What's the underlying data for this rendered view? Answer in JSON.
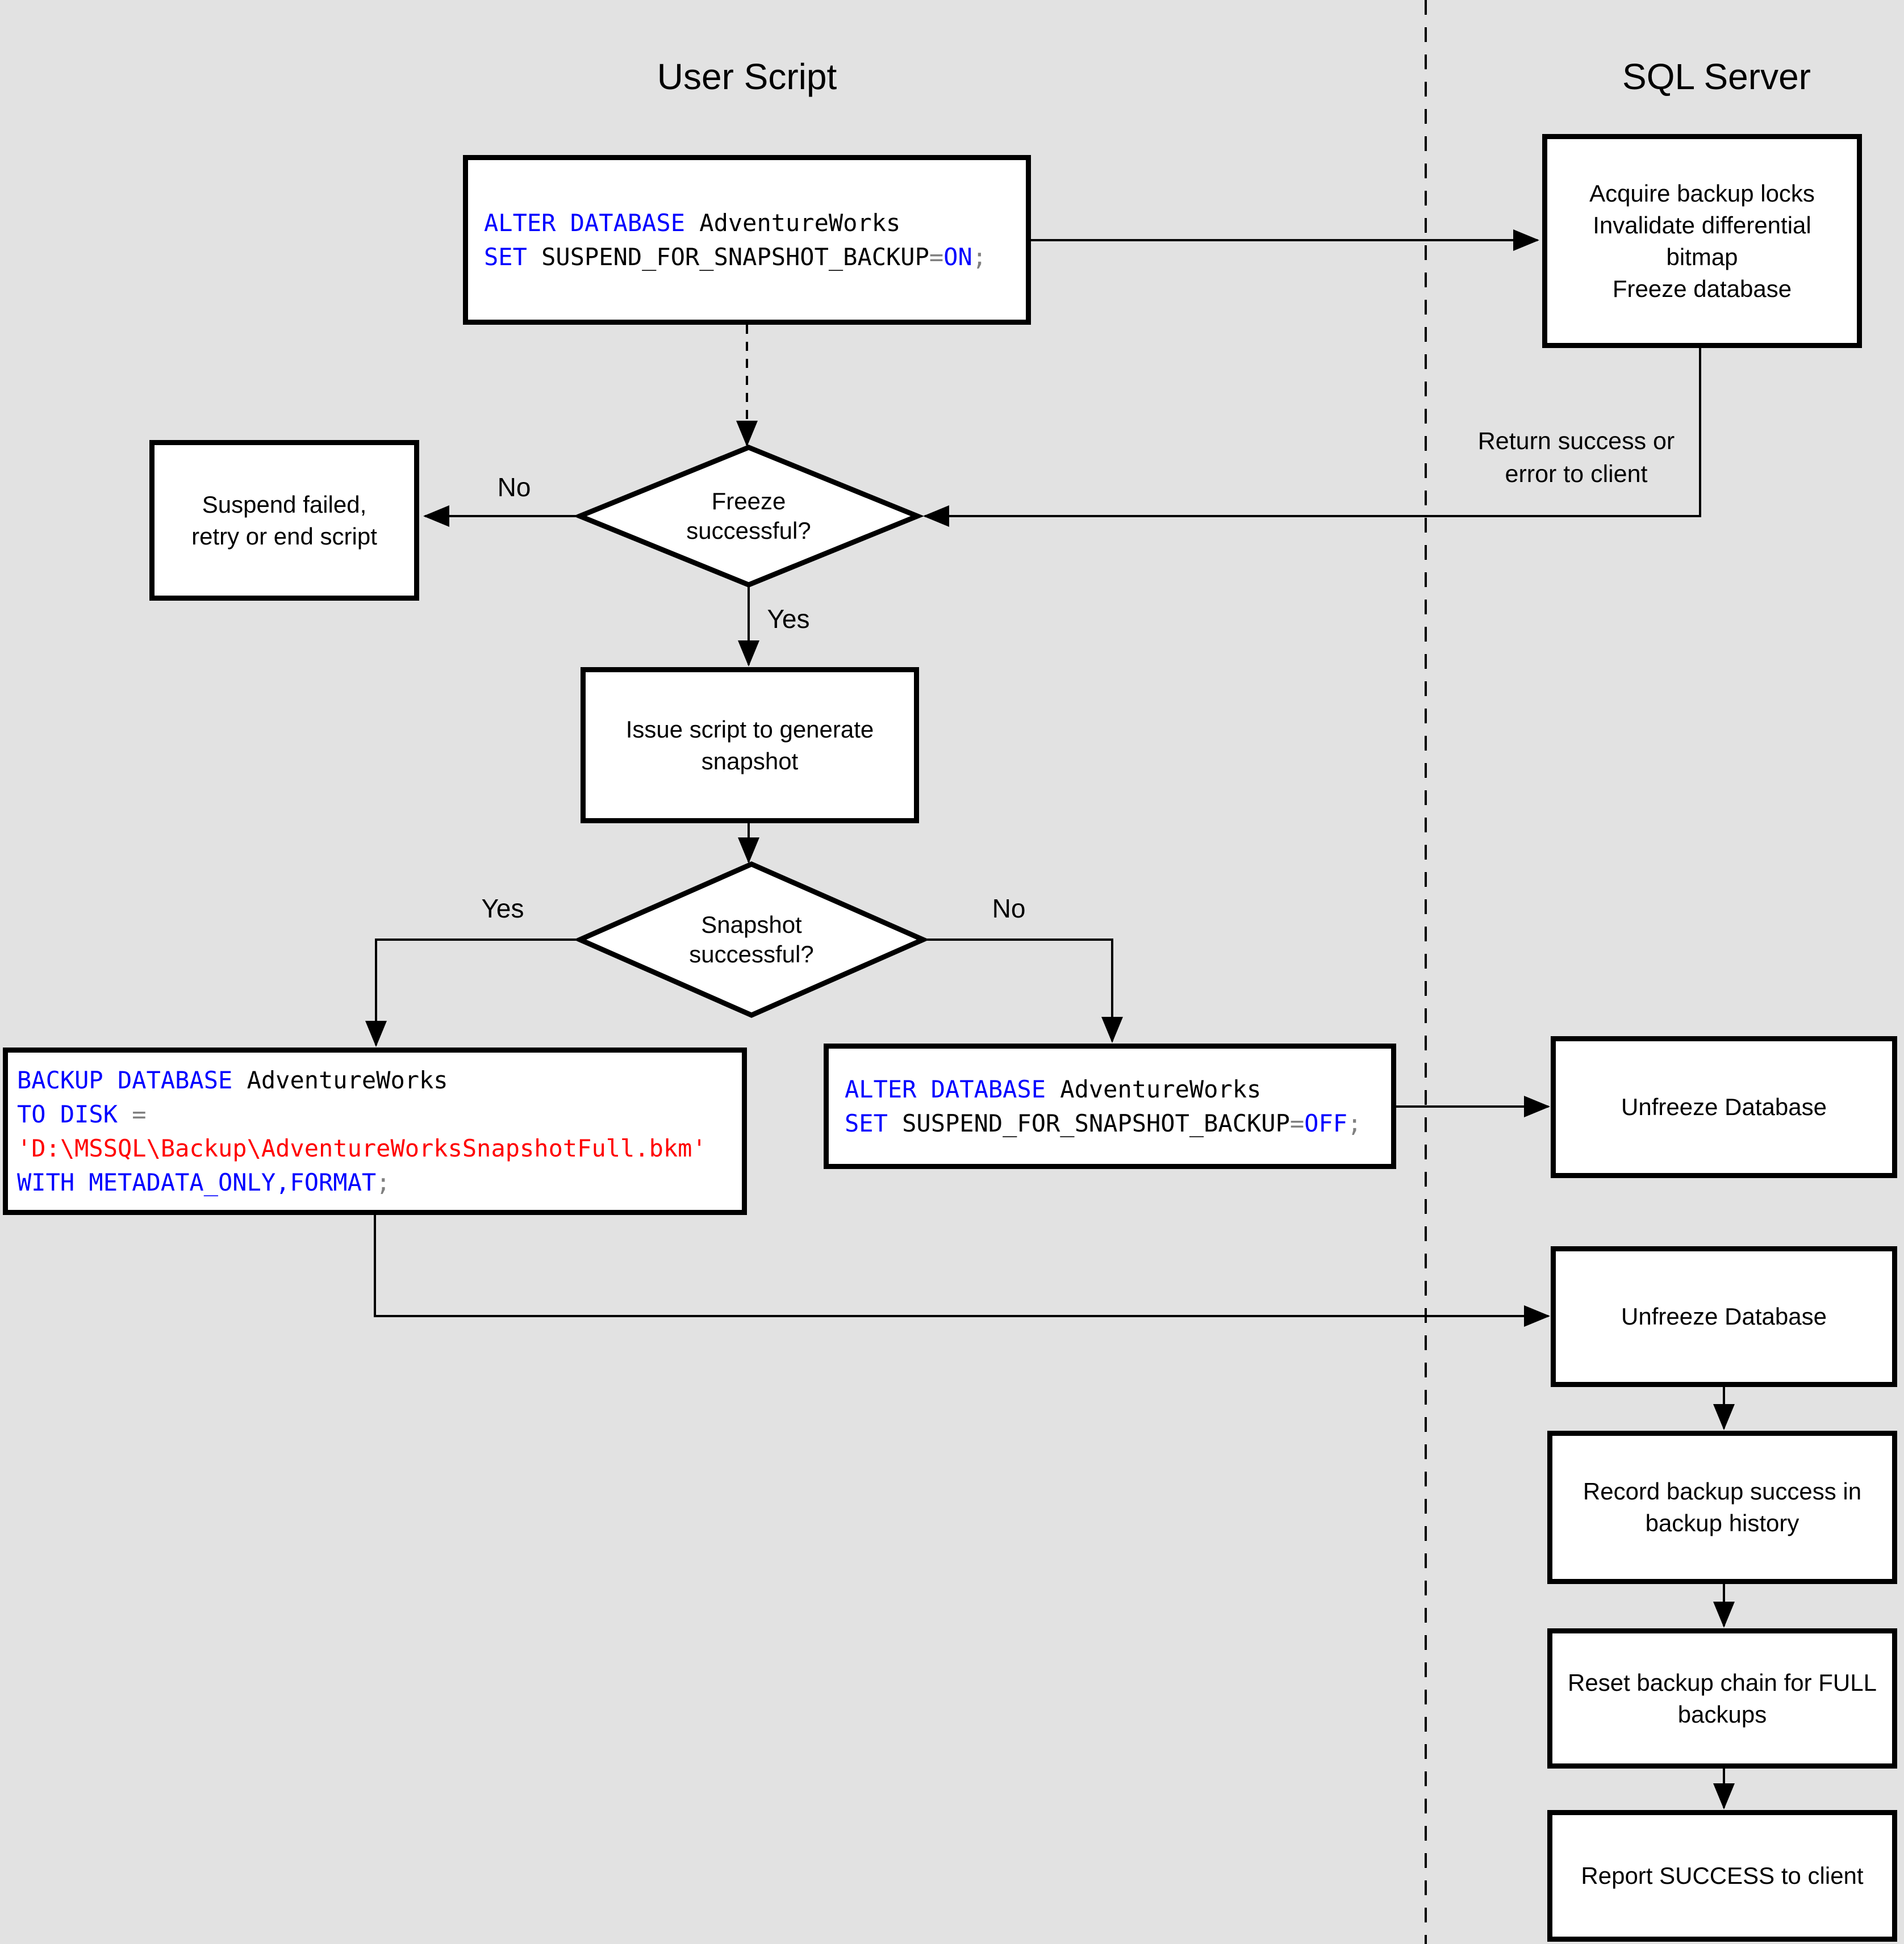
{
  "lanes": {
    "left_title": "User Script",
    "right_title": "SQL Server"
  },
  "colors": {
    "background": "#e2e2e2",
    "node_fill": "#ffffff",
    "line": "#000000",
    "sql_keyword": "#0000ff",
    "sql_string": "#ff0000",
    "sql_operator": "#808080",
    "text": "#000000"
  },
  "labels": {
    "freeze_no": "No",
    "freeze_yes": "Yes",
    "snapshot_yes": "Yes",
    "snapshot_no": "No",
    "return_line1": "Return success or",
    "return_line2": "error to client"
  },
  "nodes": {
    "alter_on": {
      "line1": [
        {
          "text": "ALTER DATABASE"
        },
        {
          "text": " AdventureWorks"
        }
      ],
      "line2": [
        {
          "text": "SET"
        },
        {
          "text": " SUSPEND_FOR_SNAPSHOT_BACKUP"
        },
        {
          "text": "="
        },
        {
          "text": "ON"
        },
        {
          "text": ";"
        }
      ]
    },
    "acquire": {
      "lines": [
        "Acquire backup locks",
        "Invalidate differential",
        "bitmap",
        "Freeze database"
      ]
    },
    "freeze_q": {
      "line1": "Freeze",
      "line2": "successful?"
    },
    "suspend_failed": {
      "line1": "Suspend failed,",
      "line2": "retry or end script"
    },
    "issue_script": {
      "line1": "Issue script to generate",
      "line2": "snapshot"
    },
    "snapshot_q": {
      "line1": "Snapshot",
      "line2": "successful?"
    },
    "backup_db": {
      "line1": [
        {
          "text": "BACKUP DATABASE"
        },
        {
          "text": " AdventureWorks"
        }
      ],
      "line2": [
        {
          "text": "TO DISK"
        },
        {
          "text": " ="
        }
      ],
      "line3": [
        {
          "text": "'D:\\MSSQL\\Backup\\AdventureWorksSnapshotFull.bkm'"
        }
      ],
      "line4": [
        {
          "text": "WITH METADATA_ONLY,FORMAT"
        },
        {
          "text": ";"
        }
      ]
    },
    "alter_off": {
      "line1": [
        {
          "text": "ALTER DATABASE"
        },
        {
          "text": " AdventureWorks"
        }
      ],
      "line2": [
        {
          "text": "SET"
        },
        {
          "text": " SUSPEND_FOR_SNAPSHOT_BACKUP"
        },
        {
          "text": "="
        },
        {
          "text": "OFF"
        },
        {
          "text": ";"
        }
      ]
    },
    "unfreeze1": {
      "text": "Unfreeze Database"
    },
    "unfreeze2": {
      "text": "Unfreeze Database"
    },
    "record_history": {
      "line1": "Record backup success in",
      "line2": "backup history"
    },
    "reset_chain": {
      "line1": "Reset backup chain for FULL",
      "line2": "backups"
    },
    "report_success": {
      "text": "Report SUCCESS to client"
    }
  }
}
